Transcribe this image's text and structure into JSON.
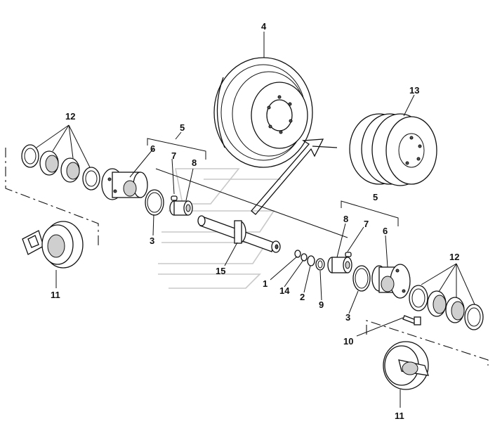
{
  "callouts": {
    "c4": "4",
    "c13": "13",
    "c12_left": "12",
    "c5_left": "5",
    "c6_left": "6",
    "c7_left": "7",
    "c8_left": "8",
    "c3_left": "3",
    "c11_left": "11",
    "c15": "15",
    "c1": "1",
    "c14": "14",
    "c2": "2",
    "c9": "9",
    "c5_right": "5",
    "c8_right": "8",
    "c7_right": "7",
    "c6_right": "6",
    "c12_right": "12",
    "c3_right": "3",
    "c10": "10",
    "c11_right": "11"
  }
}
